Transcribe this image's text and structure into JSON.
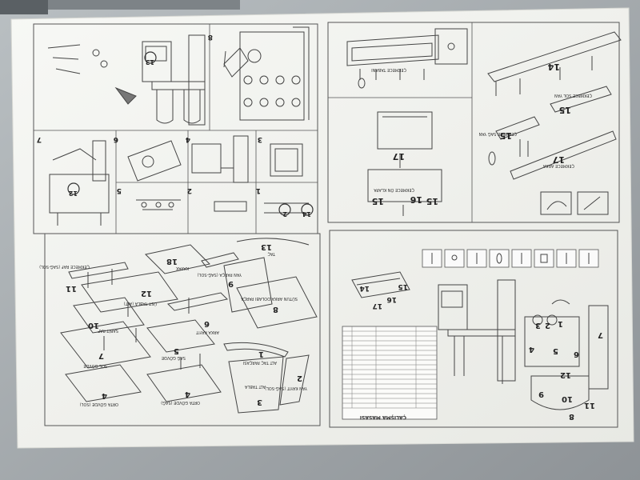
{
  "sheet": {
    "colors": {
      "paper": "#f3f4f0",
      "ink": "#3a3a3a",
      "background": "#9aa0a4"
    },
    "upside_down": true
  },
  "panels": {
    "top_left": {
      "step_numbers": [
        "8",
        "7",
        "6",
        "5",
        "4",
        "3",
        "2",
        "1"
      ],
      "callouts": [
        "13",
        "12",
        "2",
        "14"
      ]
    },
    "top_right": {
      "callouts": [
        "17",
        "16",
        "15",
        "15",
        "14",
        "15",
        "15",
        "17"
      ],
      "labels": [
        "ÇEKMECE TABANI",
        "ÇEKMECE ÖN KLAPA",
        "ÇEKMECE SOL YAN",
        "ÇEKMECE SAĞ YAN",
        "ÇEKMECE ARKA"
      ]
    },
    "bottom_left": {
      "parts": [
        {
          "num": "18",
          "name": "KAPAK"
        },
        {
          "num": "13",
          "name": "TAÇ"
        },
        {
          "num": "11",
          "name": "ÇEKMECE RAF (SAĞ-SOL)"
        },
        {
          "num": "12",
          "name": "ÜST TABLA (ALT)"
        },
        {
          "num": "9",
          "name": "YAN PARÇA (SAĞ-SOL)"
        },
        {
          "num": "8",
          "name": "SÜTUN ARKA DOLABI PARÇA"
        },
        {
          "num": "10",
          "name": "SABİT RAF"
        },
        {
          "num": "6",
          "name": "ARKA KAYIT"
        },
        {
          "num": "7",
          "name": "SOL GÖVDE"
        },
        {
          "num": "5",
          "name": "SAĞ GÖVDE"
        },
        {
          "num": "1",
          "name": "ALT TAÇ PARÇASI"
        },
        {
          "num": "4",
          "name": "ORTA GÖVDE (SOL)"
        },
        {
          "num": "4",
          "name": "ORTA GÖVDE (SAĞ)"
        },
        {
          "num": "3",
          "name": "ALT TABLA"
        },
        {
          "num": "2",
          "name": "YAN KAYIT (SAĞ-SOL)"
        }
      ]
    },
    "bottom_right": {
      "table_title": "ÇALIŞMA MASASI",
      "callouts": [
        "14",
        "15",
        "16",
        "17",
        "1",
        "2",
        "3",
        "4",
        "5",
        "6",
        "7",
        "8",
        "9",
        "10",
        "11",
        "12"
      ]
    }
  }
}
